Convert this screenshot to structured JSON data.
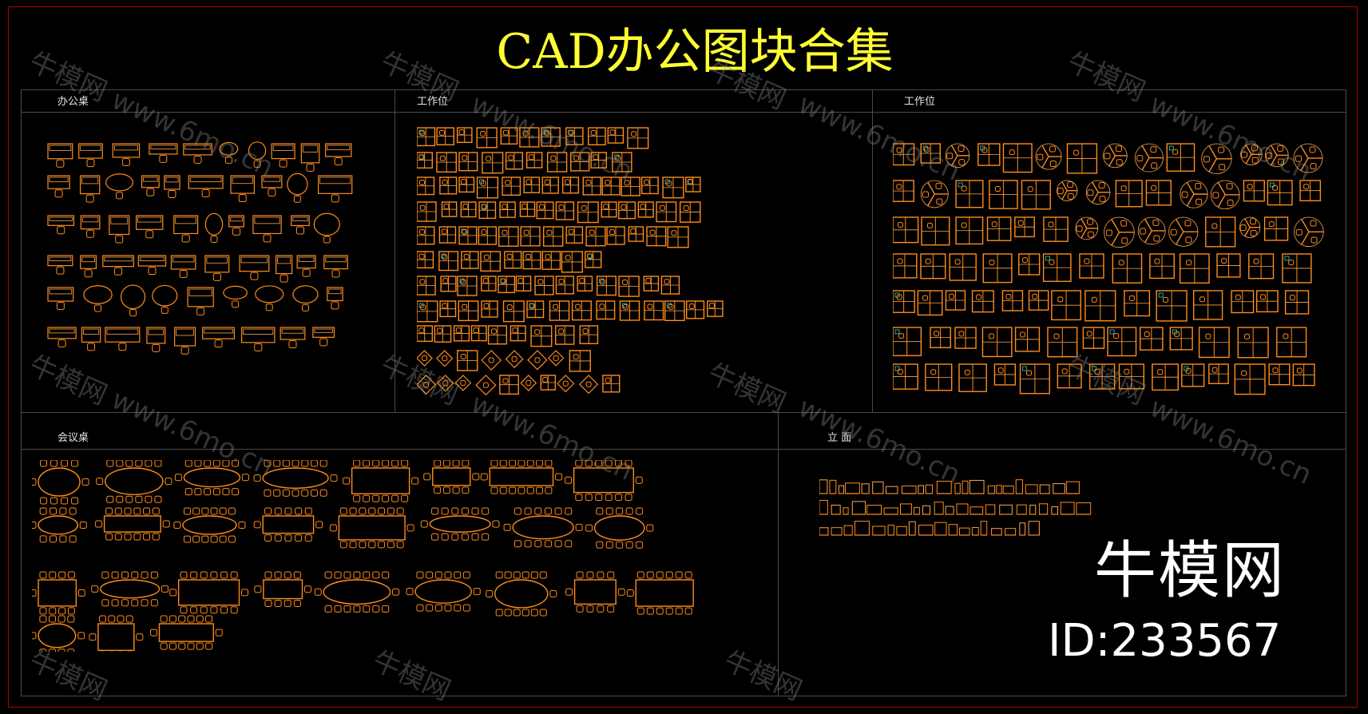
{
  "title": "CAD办公图块合集",
  "sections": {
    "office_desk": "办公桌",
    "workstation_a": "工作位",
    "workstation_b": "工作位",
    "meeting_table": "会议桌",
    "elevation": "立 面"
  },
  "watermark": {
    "brand": "牛模网",
    "url": "www.6mo.cn"
  },
  "logo": {
    "brand": "牛模网",
    "id": "ID:233567"
  },
  "colors": {
    "title": "#ffff33",
    "block_line": "#ff8c1a",
    "block_line_alt": "#ffa64d",
    "frame": "#b00000",
    "grid": "#4a4a4a",
    "accent": "#33cccc"
  }
}
